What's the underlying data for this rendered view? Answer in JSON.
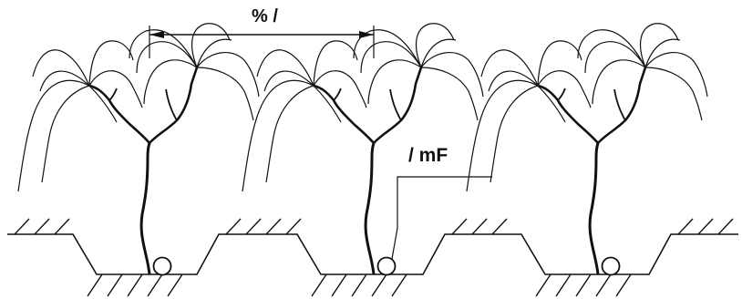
{
  "diagram": {
    "labels": {
      "spacing": "% /",
      "emitter": "/ mF"
    },
    "elements": {
      "plants": 3,
      "emitters": 3,
      "furrows": 3
    },
    "colors": {
      "ink": "#111111",
      "background": "#ffffff"
    }
  }
}
